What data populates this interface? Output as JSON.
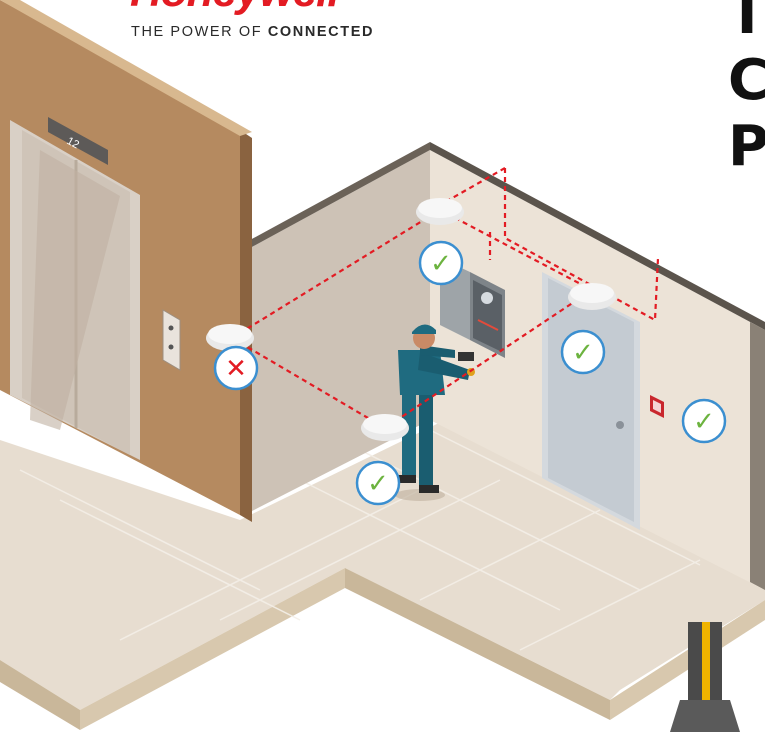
{
  "brand": {
    "logo": "Honeywell",
    "tagline_prefix": "THE POWER OF ",
    "tagline_bold": "CONNECTED",
    "logo_color": "#e31b23"
  },
  "headline": {
    "lines": [
      "T",
      "C",
      "P"
    ]
  },
  "scene": {
    "elevator_display": "12",
    "sensors": [
      {
        "id": "ceiling-left",
        "status": "fail",
        "mark": "✕"
      },
      {
        "id": "ceiling-back",
        "status": "ok",
        "mark": "✓"
      },
      {
        "id": "ceiling-right",
        "status": "ok",
        "mark": "✓"
      },
      {
        "id": "ceiling-front",
        "status": "ok",
        "mark": "✓"
      },
      {
        "id": "wall-pull-station",
        "status": "ok",
        "mark": "✓"
      }
    ],
    "colors": {
      "ok": "#6cb33f",
      "fail": "#e31b23",
      "badge_border": "#3b8fd0",
      "coverage_line": "#e31b23",
      "technician": "#1f6b80"
    }
  }
}
